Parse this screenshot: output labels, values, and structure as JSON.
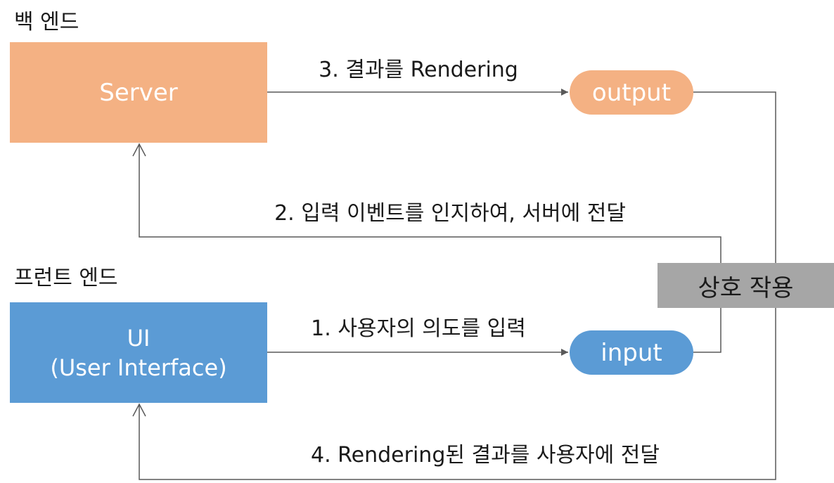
{
  "sections": {
    "backend_label": "백 엔드",
    "frontend_label": "프런트 엔드"
  },
  "nodes": {
    "server": "Server",
    "ui_line1": "UI",
    "ui_line2": "(User Interface)",
    "output": "output",
    "input": "input",
    "interaction": "상호 작용"
  },
  "edges": {
    "step1": "1. 사용자의 의도를 입력",
    "step2": "2. 입력 이벤트를 인지하여, 서버에 전달",
    "step3": "3. 결과를 Rendering",
    "step4": "4. Rendering된 결과를 사용자에 전달"
  },
  "colors": {
    "backend": "#f4b183",
    "frontend": "#5b9bd5",
    "interaction": "#a6a6a6",
    "line": "#595959"
  }
}
